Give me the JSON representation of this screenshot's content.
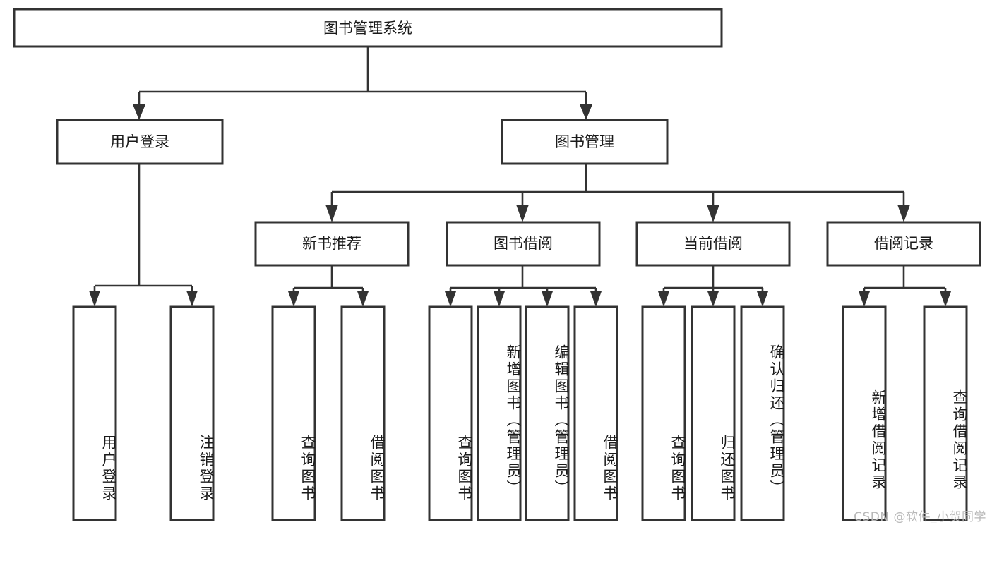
{
  "diagram": {
    "title": "图书管理系统",
    "type": "tree-hierarchy",
    "root": {
      "id": "root",
      "label": "图书管理系统"
    },
    "level2": [
      {
        "id": "user-login",
        "label": "用户登录"
      },
      {
        "id": "book-manage",
        "label": "图书管理"
      }
    ],
    "level3": [
      {
        "id": "new-book-rec",
        "label": "新书推荐",
        "parent": "book-manage"
      },
      {
        "id": "book-borrow",
        "label": "图书借阅",
        "parent": "book-manage"
      },
      {
        "id": "current-borrow",
        "label": "当前借阅",
        "parent": "book-manage"
      },
      {
        "id": "borrow-record",
        "label": "借阅记录",
        "parent": "book-manage"
      }
    ],
    "leaves": [
      {
        "id": "leaf-user-login",
        "label": "用户登录",
        "parent": "user-login"
      },
      {
        "id": "leaf-logout",
        "label": "注销登录",
        "parent": "user-login"
      },
      {
        "id": "leaf-query-book-1",
        "label": "查询图书",
        "parent": "new-book-rec"
      },
      {
        "id": "leaf-borrow-book-1",
        "label": "借阅图书",
        "parent": "new-book-rec"
      },
      {
        "id": "leaf-query-book-2",
        "label": "查询图书",
        "parent": "book-borrow"
      },
      {
        "id": "leaf-add-book",
        "label": "新增图书（管理员）",
        "parent": "book-borrow"
      },
      {
        "id": "leaf-edit-book",
        "label": "编辑图书（管理员）",
        "parent": "book-borrow"
      },
      {
        "id": "leaf-borrow-book-2",
        "label": "借阅图书",
        "parent": "book-borrow"
      },
      {
        "id": "leaf-query-book-3",
        "label": "查询图书",
        "parent": "current-borrow"
      },
      {
        "id": "leaf-return-book",
        "label": "归还图书",
        "parent": "current-borrow"
      },
      {
        "id": "leaf-confirm-return",
        "label": "确认归还（管理员）",
        "parent": "current-borrow"
      },
      {
        "id": "leaf-add-record",
        "label": "新增借阅记录",
        "parent": "borrow-record"
      },
      {
        "id": "leaf-query-record",
        "label": "查询借阅记录",
        "parent": "borrow-record"
      }
    ]
  },
  "watermark": {
    "text": "CSDN @软件_小贺同学"
  },
  "colors": {
    "stroke": "#333333",
    "box_fill": "#ffffff",
    "text": "#1a1a1a",
    "background": "#ffffff",
    "watermark": "#b8b8b8"
  }
}
